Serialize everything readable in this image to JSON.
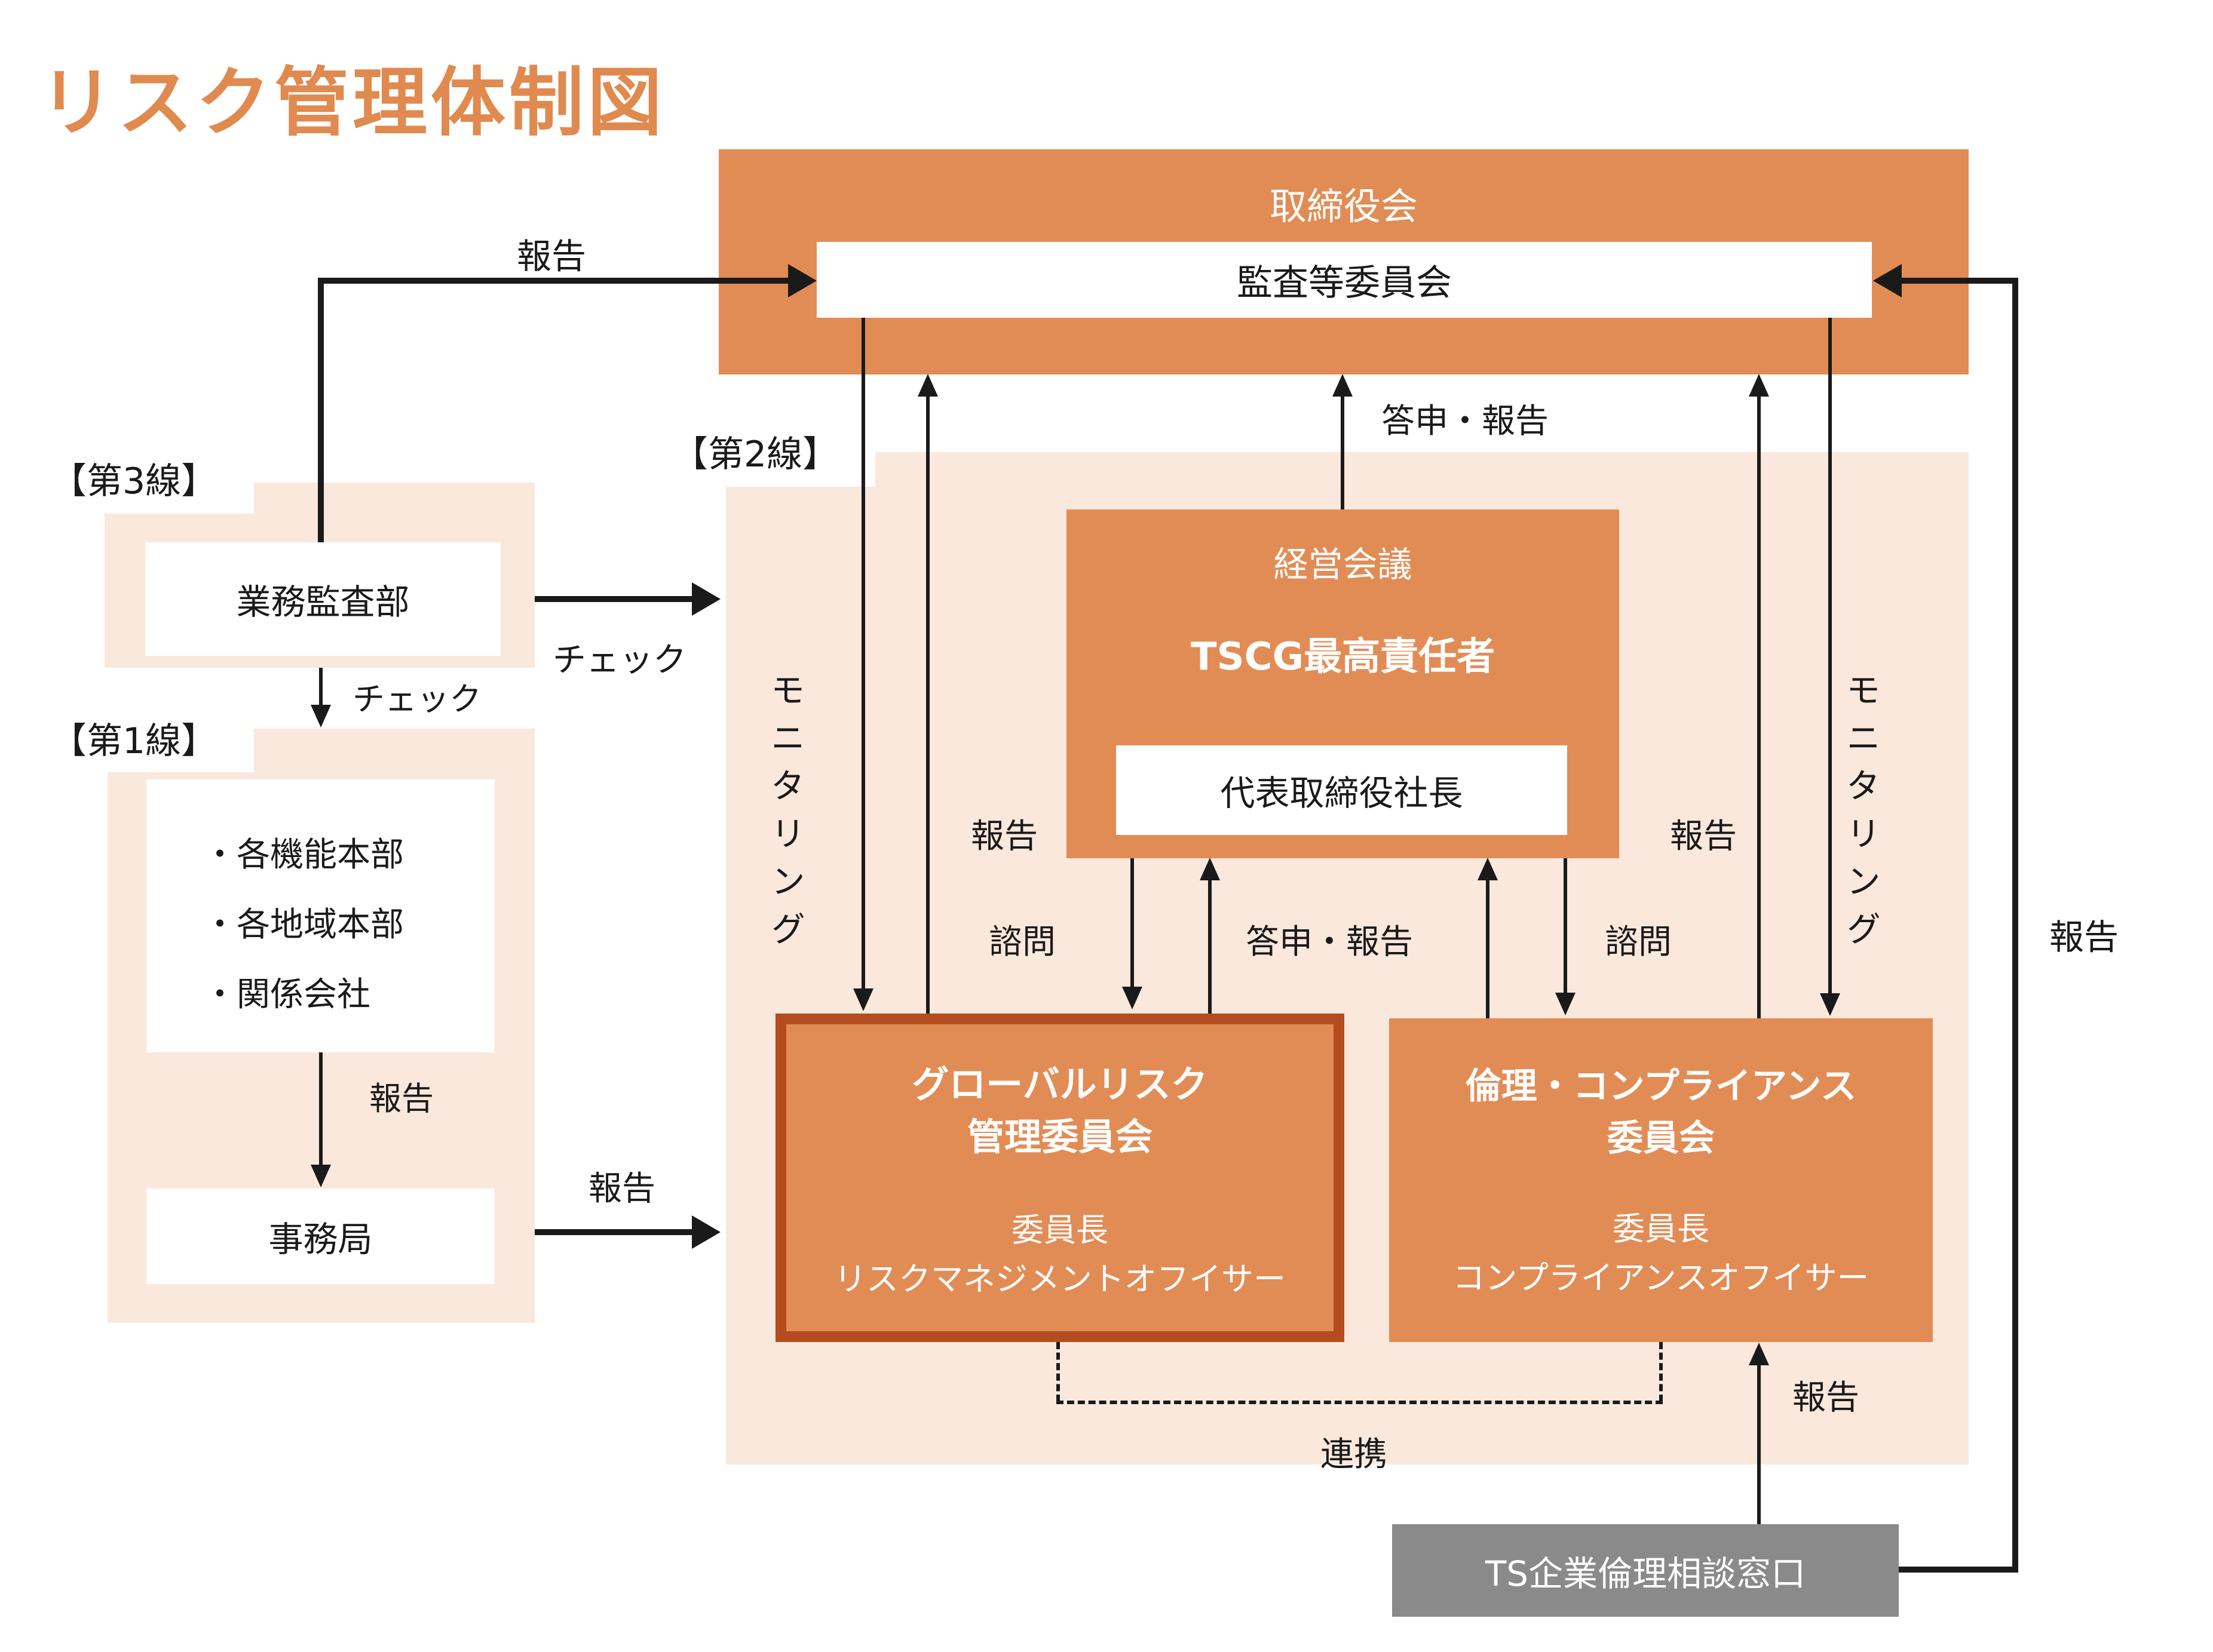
{
  "title": "リスク管理体制図",
  "colors": {
    "box_orange": "#E28C55",
    "light_peach": "#FAE8DC",
    "dark_orange_border": "#B54C1E",
    "gray_box": "#8A8A8A",
    "title_orange": "#E08A50",
    "line_black": "#1A1A1A"
  },
  "sections": {
    "line3_label": "【第3線】",
    "line1_label": "【第1線】",
    "line2_label": "【第2線】"
  },
  "board": {
    "title": "取締役会",
    "audit_committee": "監査等委員会"
  },
  "third_line": {
    "audit_dept": "業務監査部"
  },
  "first_line": {
    "items": [
      "・各機能本部",
      "・各地域本部",
      "・関係会社"
    ],
    "secretariat": "事務局"
  },
  "second_line": {
    "management_meeting": {
      "title": "経営会議",
      "responsible": "TSCG最高責任者",
      "president": "代表取締役社長"
    },
    "global_risk_committee": {
      "name_line1": "グローバルリスク",
      "name_line2": "管理委員会",
      "chair_title": "委員長",
      "chair_role": "リスクマネジメントオフイサー"
    },
    "ethics_committee": {
      "name_line1": "倫理・コンプライアンス",
      "name_line2": "委員会",
      "chair_title": "委員長",
      "chair_role": "コンプライアンスオフイサー"
    }
  },
  "hotline": {
    "name": "TS企業倫理相談窓口"
  },
  "edge_labels": {
    "report": "報告",
    "check": "チェック",
    "monitoring": "モニタリング",
    "advisory": "諮問",
    "reply_report": "答申・報告",
    "coordination": "連携"
  }
}
